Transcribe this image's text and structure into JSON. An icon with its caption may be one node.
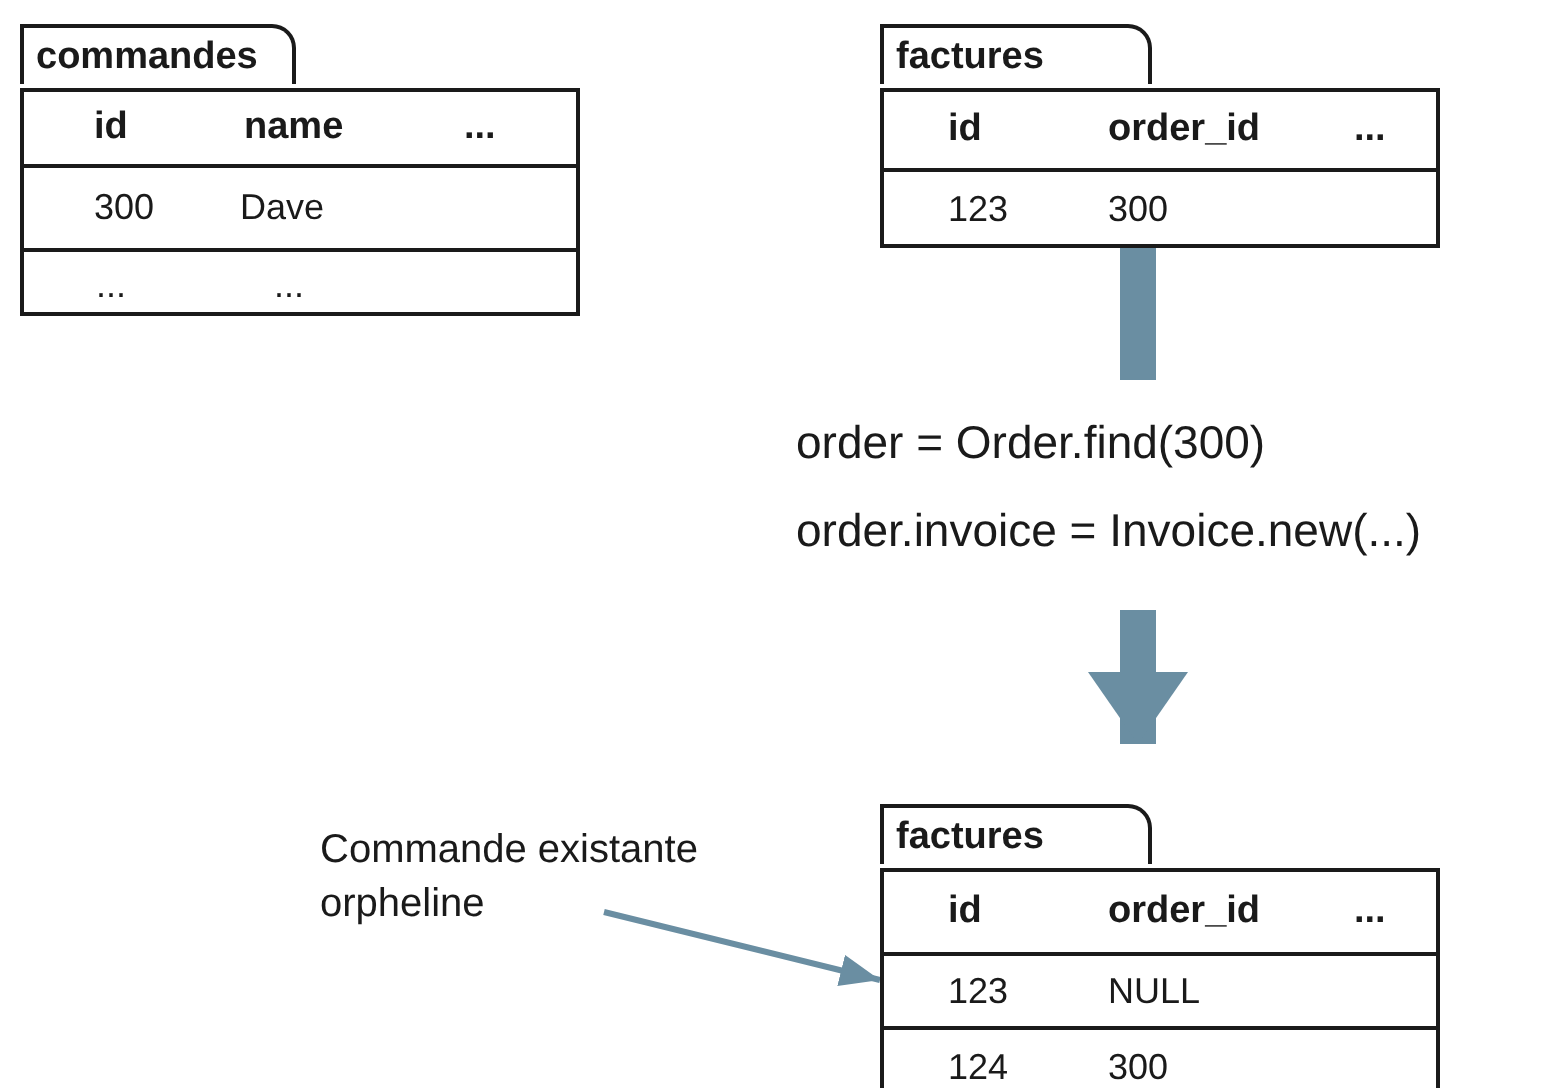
{
  "diagram": {
    "nodes": [
      {
        "text": [
          "commandes"
        ]
      },
      {
        "text": [
          "factures"
        ]
      },
      {
        "text": [
          "order = Order.find(300)",
          "order.invoice = Invoice.new(...)"
        ]
      },
      {
        "text": [
          "factures"
        ]
      },
      {
        "text": [
          "Commande existante orpheline"
        ]
      },
      {
        "text": [],
        "shape": "box",
        "in": 3
      }
    ],
    "edges": [
      {
        "from": 1,
        "to": 2,
        "arrow": "none"
      },
      {
        "from": 2,
        "to": 3,
        "arrow": "to"
      },
      {
        "from": 4,
        "to": 5,
        "arrow": "to"
      }
    ],
    "labels": [
      "id",
      "name",
      "...",
      "300",
      "Dave",
      "...",
      "...",
      "id",
      "order_id",
      "...",
      "123",
      "300",
      "id",
      "order_id",
      "...",
      "123",
      "NULL",
      "124",
      "300"
    ]
  }
}
